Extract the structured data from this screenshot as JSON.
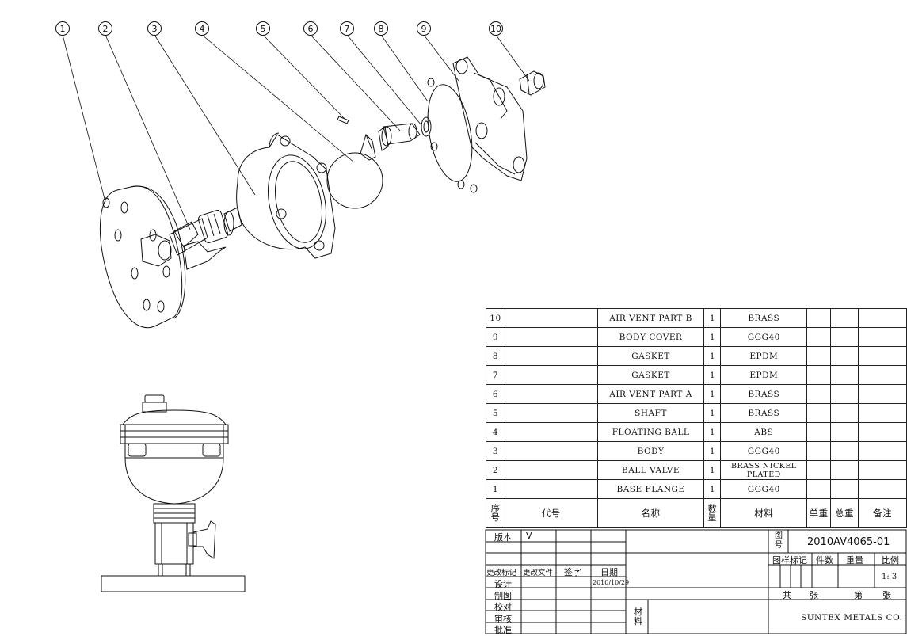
{
  "callouts": [
    "1",
    "2",
    "3",
    "4",
    "5",
    "6",
    "7",
    "8",
    "9",
    "10"
  ],
  "bom": {
    "rows": [
      {
        "no": "10",
        "code": "",
        "name": "AIR VENT PART B",
        "qty": "1",
        "material": "BRASS"
      },
      {
        "no": "9",
        "code": "",
        "name": "BODY COVER",
        "qty": "1",
        "material": "GGG40"
      },
      {
        "no": "8",
        "code": "",
        "name": "GASKET",
        "qty": "1",
        "material": "EPDM"
      },
      {
        "no": "7",
        "code": "",
        "name": "GASKET",
        "qty": "1",
        "material": "EPDM"
      },
      {
        "no": "6",
        "code": "",
        "name": "AIR VENT PART A",
        "qty": "1",
        "material": "BRASS"
      },
      {
        "no": "5",
        "code": "",
        "name": "SHAFT",
        "qty": "1",
        "material": "BRASS"
      },
      {
        "no": "4",
        "code": "",
        "name": "FLOATING BALL",
        "qty": "1",
        "material": "ABS"
      },
      {
        "no": "3",
        "code": "",
        "name": "BODY",
        "qty": "1",
        "material": "GGG40"
      },
      {
        "no": "2",
        "code": "",
        "name": "BALL VALVE",
        "qty": "1",
        "material": "BRASS NICKEL PLATED"
      },
      {
        "no": "1",
        "code": "",
        "name": "BASE FLANGE",
        "qty": "1",
        "material": "GGG40"
      }
    ],
    "header": {
      "no": "序号",
      "code": "代号",
      "name": "名称",
      "qty": "数量",
      "material": "材料",
      "unit_weight": "单重",
      "total_weight": "总重",
      "note": "备注"
    }
  },
  "title_block": {
    "version_label": "版本",
    "version_value": "V",
    "change_mark": "更改标记",
    "change_doc": "更改文件",
    "sign": "签字",
    "date_label": "日期",
    "design": "设计",
    "drafted": "制图",
    "checked": "校对",
    "reviewed": "审核",
    "approved": "批准",
    "date_value": "2010/10/29",
    "material_label": "材料",
    "drawing_no_label": "图号",
    "drawing_no": "2010AV4065-01",
    "sample_mark": "图样标记",
    "pieces": "件数",
    "weight": "重量",
    "scale_label": "比例",
    "scale_value": "1: 3",
    "total": "共",
    "sheet": "张",
    "nth": "第",
    "sheet2": "张",
    "company": "SUNTEX METALS CO."
  }
}
